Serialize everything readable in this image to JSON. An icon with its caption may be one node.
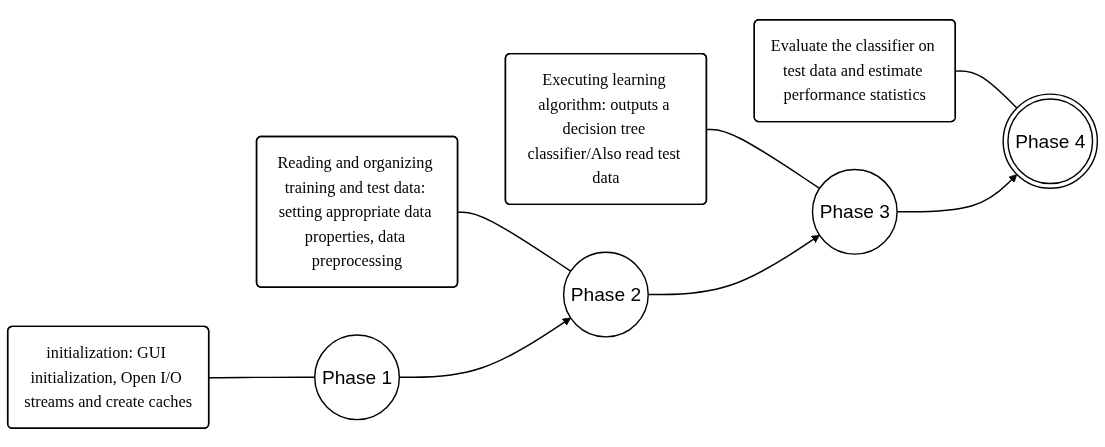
{
  "diagram": {
    "nodes": [
      {
        "text": [
          "initialization: GUI initialization, Open I/O streams and create caches"
        ]
      },
      {
        "text": [
          "Reading and organizing training and test data: setting appropriate data properties, data preprocessing"
        ]
      },
      {
        "text": [
          "Executing learning algorithm: outputs a decision tree classifier/Also read test data"
        ]
      },
      {
        "text": [
          "Evaluate the classifier on test data and estimate performance statistics"
        ]
      },
      {
        "text": [
          "Phase 1"
        ]
      },
      {
        "text": [
          "Phase 2"
        ]
      },
      {
        "text": [
          "Phase 3"
        ]
      },
      {
        "text": [
          "Phase 4"
        ]
      }
    ],
    "edges": [
      {
        "from": 0,
        "to": 4,
        "arrow": "none"
      },
      {
        "from": 1,
        "to": 5,
        "arrow": "none"
      },
      {
        "from": 2,
        "to": 6,
        "arrow": "none"
      },
      {
        "from": 3,
        "to": 7,
        "arrow": "none"
      },
      {
        "from": 4,
        "to": 5,
        "arrow": "to"
      },
      {
        "from": 5,
        "to": 6,
        "arrow": "to"
      },
      {
        "from": 6,
        "to": 7,
        "arrow": "to"
      }
    ]
  }
}
